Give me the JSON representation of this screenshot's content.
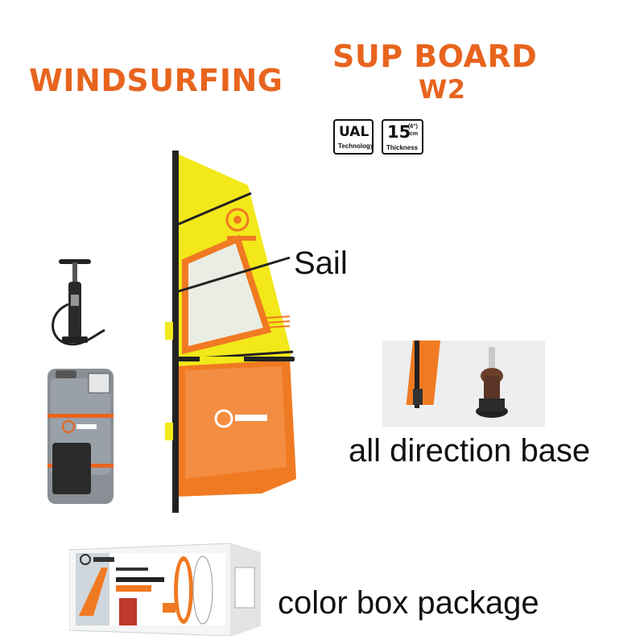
{
  "header": {
    "left_title": "WINDSURFING",
    "right_title": "SUP BOARD",
    "model": "W2"
  },
  "badges": {
    "ual": {
      "big": "UAL",
      "small": "Technology"
    },
    "thickness": {
      "big": "15",
      "sup_top": "(6\")",
      "sup_bottom": "cm",
      "small": "Thickness"
    }
  },
  "labels": {
    "sail": "Sail",
    "base": "all direction base",
    "box": "color box package"
  },
  "colors": {
    "accent": "#e8641e",
    "sail_yellow": "#f2e81a",
    "sail_orange": "#f07a22",
    "bag_grey": "#8a8f96"
  }
}
